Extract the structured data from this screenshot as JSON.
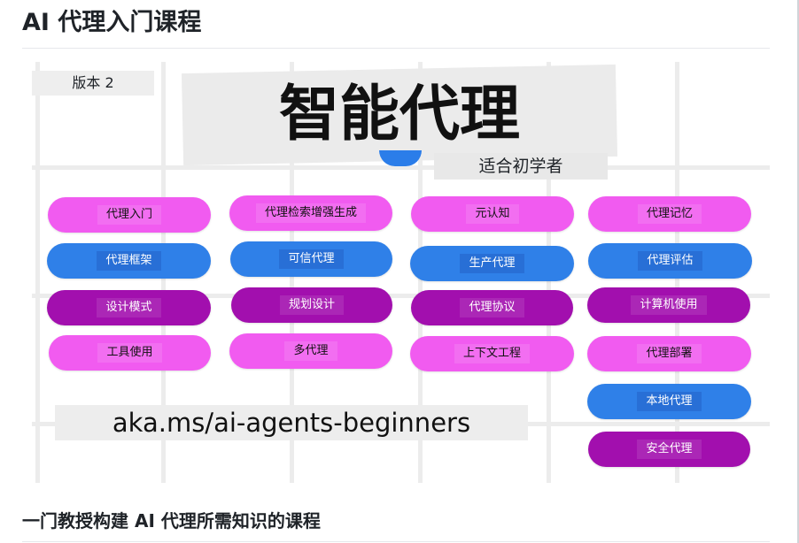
{
  "page": {
    "title": "AI 代理入门课程",
    "subtitle": "一门教授构建 AI 代理所需知识的课程"
  },
  "banner": {
    "version": "版本 2",
    "headline": "智能代理",
    "audience": "适合初学者",
    "url": "aka.ms/ai-agents-beginners",
    "lessons": [
      {
        "label": "代理入门",
        "color": "pink"
      },
      {
        "label": "代理检索增强生成",
        "color": "pink"
      },
      {
        "label": "元认知",
        "color": "pink"
      },
      {
        "label": "代理记忆",
        "color": "pink"
      },
      {
        "label": "代理框架",
        "color": "blue"
      },
      {
        "label": "可信代理",
        "color": "blue"
      },
      {
        "label": "生产代理",
        "color": "blue"
      },
      {
        "label": "代理评估",
        "color": "blue"
      },
      {
        "label": "设计模式",
        "color": "purple"
      },
      {
        "label": "规划设计",
        "color": "purple"
      },
      {
        "label": "代理协议",
        "color": "purple"
      },
      {
        "label": "计算机使用",
        "color": "purple"
      },
      {
        "label": "工具使用",
        "color": "pink"
      },
      {
        "label": "多代理",
        "color": "pink"
      },
      {
        "label": "上下文工程",
        "color": "pink"
      },
      {
        "label": "代理部署",
        "color": "pink"
      },
      {
        "label": "本地代理",
        "color": "blue"
      },
      {
        "label": "安全代理",
        "color": "purple"
      }
    ]
  },
  "colors": {
    "pink": "#f15bf0",
    "blue": "#2f80e8",
    "purple": "#a20fae"
  }
}
